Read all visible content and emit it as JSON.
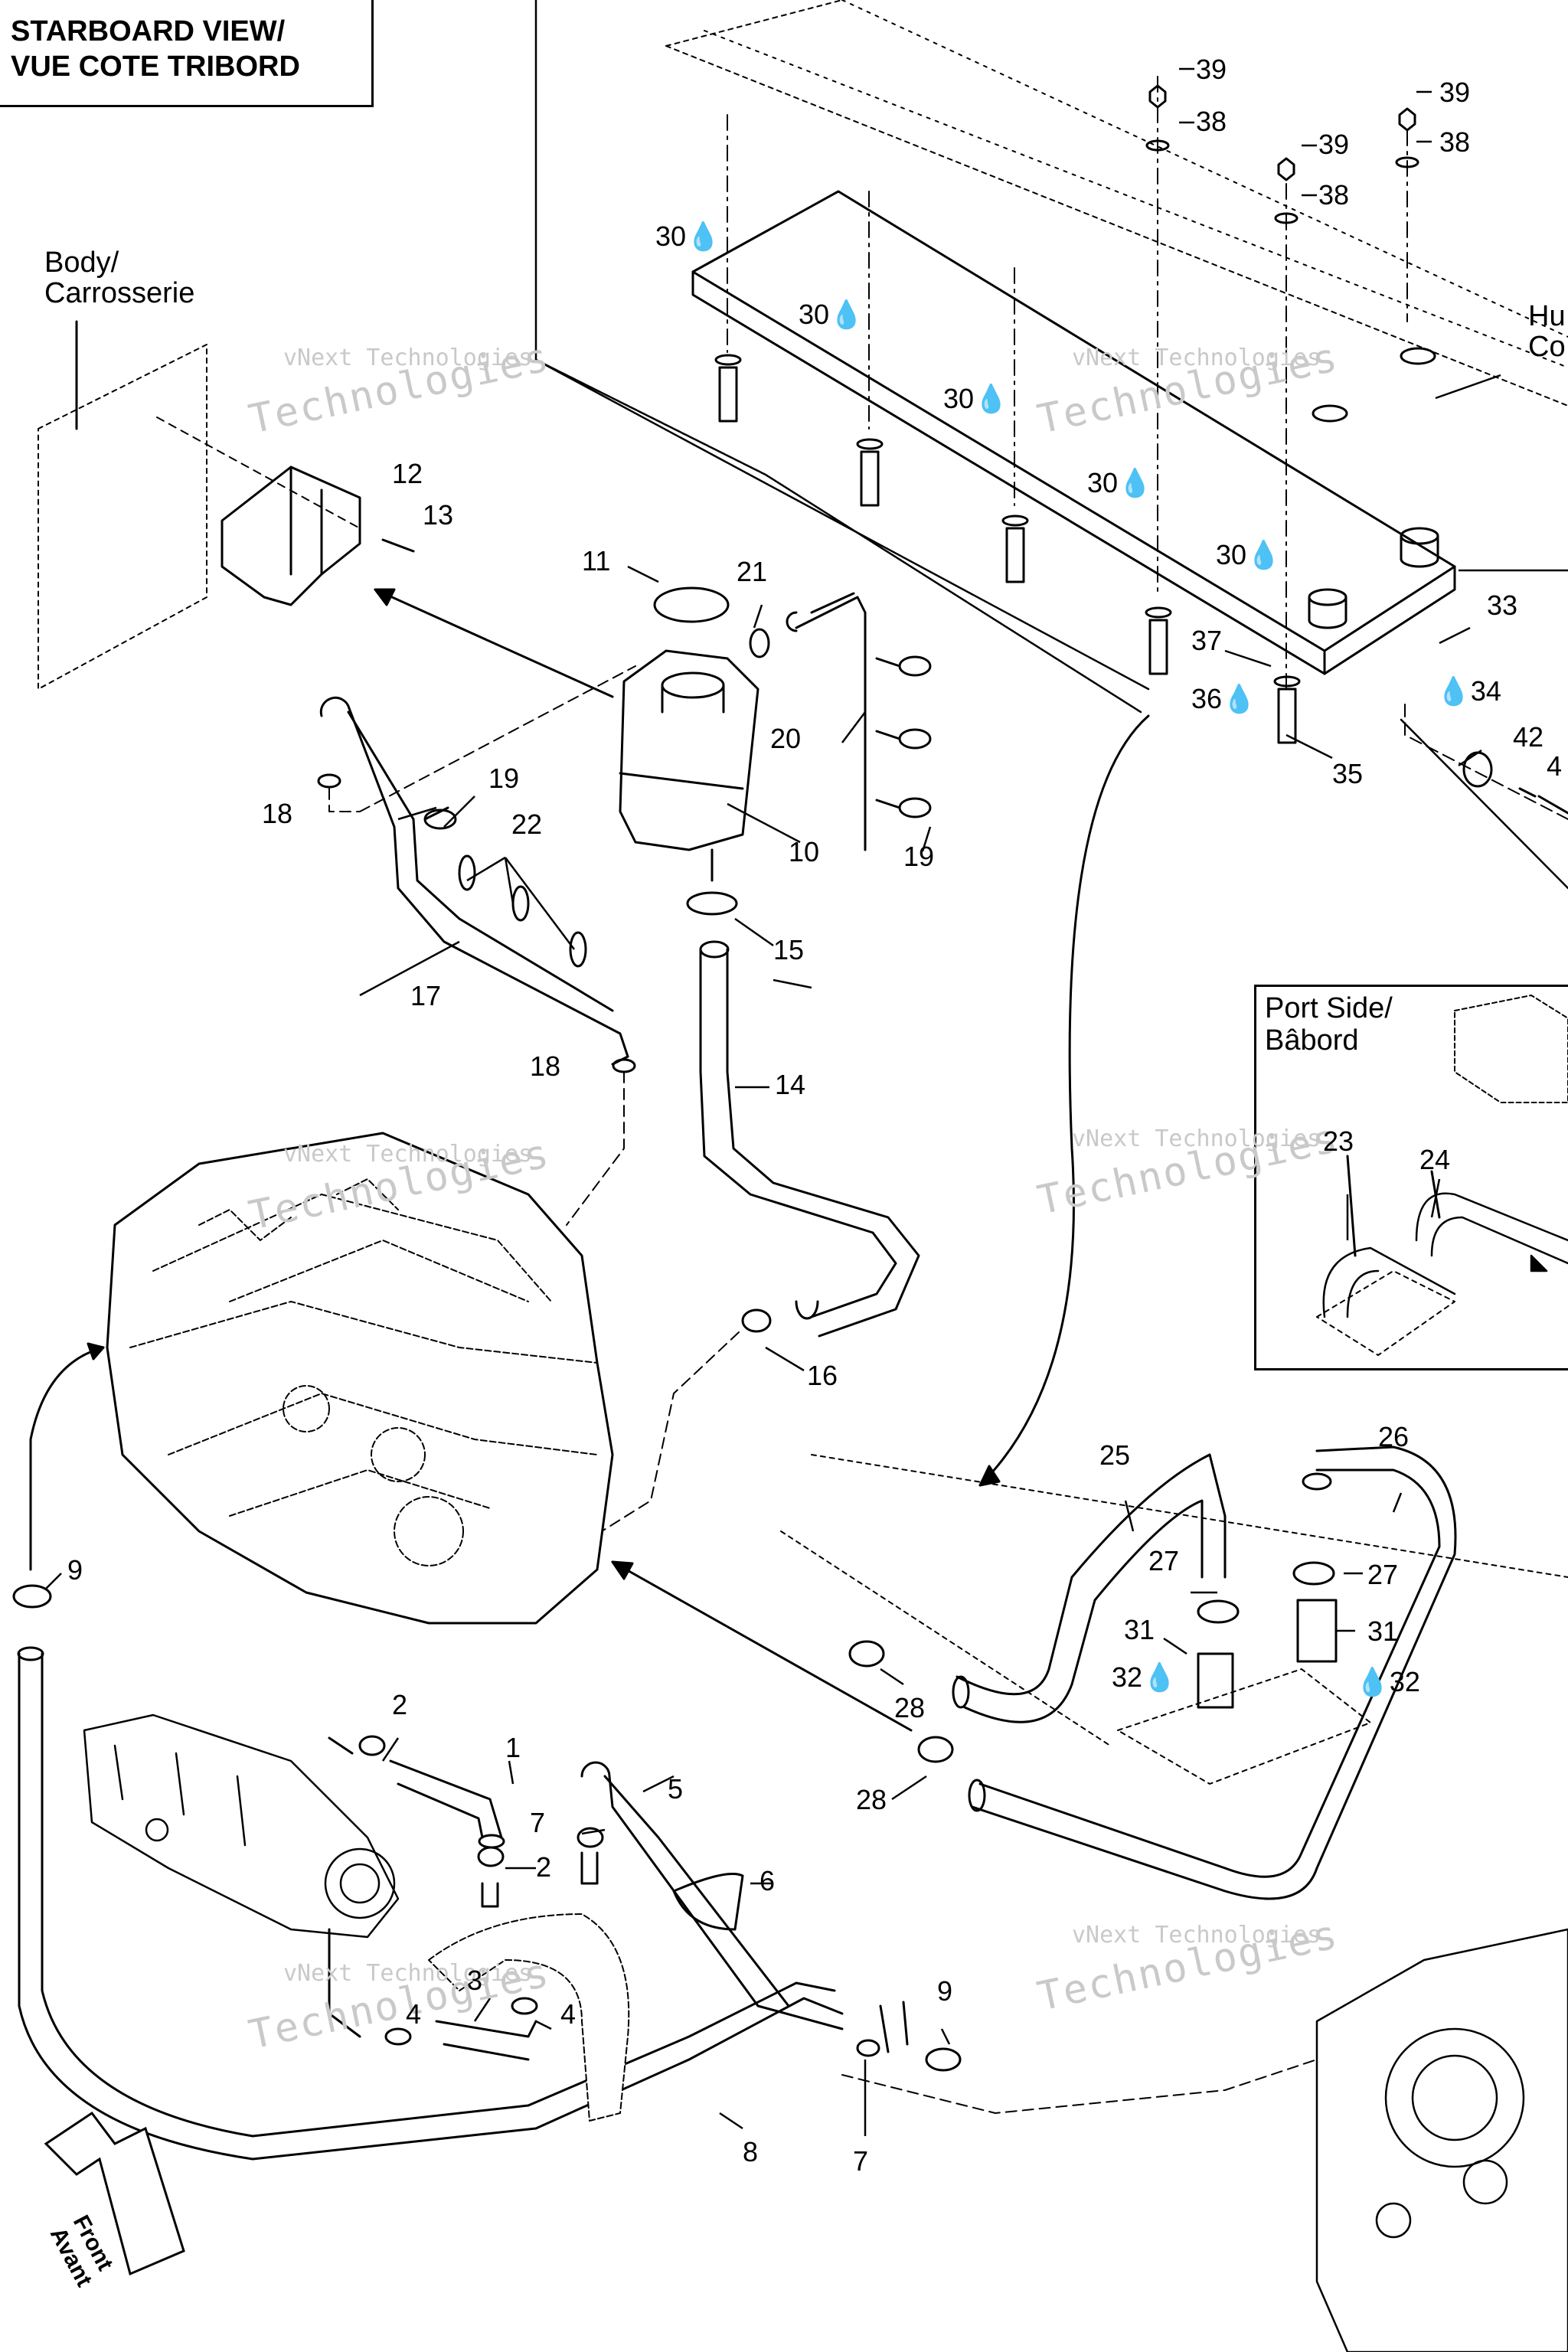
{
  "header": {
    "view_title_line1": "STARBOARD VIEW/",
    "view_title_line2": "VUE COTE TRIBORD"
  },
  "labels": {
    "body_line1": "Body/",
    "body_line2": "Carrosserie",
    "port_line1": "Port Side/",
    "port_line2": "Bâbord",
    "hull_line1": "Hu",
    "hull_line2": "Co",
    "front_line1": "Front",
    "front_line2": "Avant"
  },
  "watermark": {
    "line1": "vNext Technologies",
    "line2": "vNext",
    "line3": "Technologies"
  },
  "callouts": {
    "c1": "1",
    "c2a": "2",
    "c2b": "2",
    "c3": "3",
    "c4a": "4",
    "c4b": "4",
    "c5": "5",
    "c6": "6",
    "c7a": "7",
    "c7b": "7",
    "c8": "8",
    "c9a": "9",
    "c9b": "9",
    "c10": "10",
    "c11": "11",
    "c12": "12",
    "c13": "13",
    "c14": "14",
    "c15": "15",
    "c16": "16",
    "c17": "17",
    "c18a": "18",
    "c18b": "18",
    "c19a": "19",
    "c19b": "19",
    "c20": "20",
    "c21": "21",
    "c22": "22",
    "c23": "23",
    "c24": "24",
    "c25": "25",
    "c26": "26",
    "c27a": "27",
    "c27b": "27",
    "c28a": "28",
    "c28b": "28",
    "c30a": "30",
    "c30b": "30",
    "c30c": "30",
    "c30d": "30",
    "c30e": "30",
    "c31a": "31",
    "c31b": "31",
    "c32a": "32",
    "c32b": "32",
    "c33": "33",
    "c34": "34",
    "c35": "35",
    "c36": "36",
    "c37": "37",
    "c38a": "38",
    "c38b": "38",
    "c38c": "38",
    "c39a": "39",
    "c39b": "39",
    "c39c": "39",
    "c42": "42",
    "c4edge": "4"
  },
  "icons": {
    "drop": "loctite-drop-icon",
    "direction": "front-arrow-icon"
  }
}
